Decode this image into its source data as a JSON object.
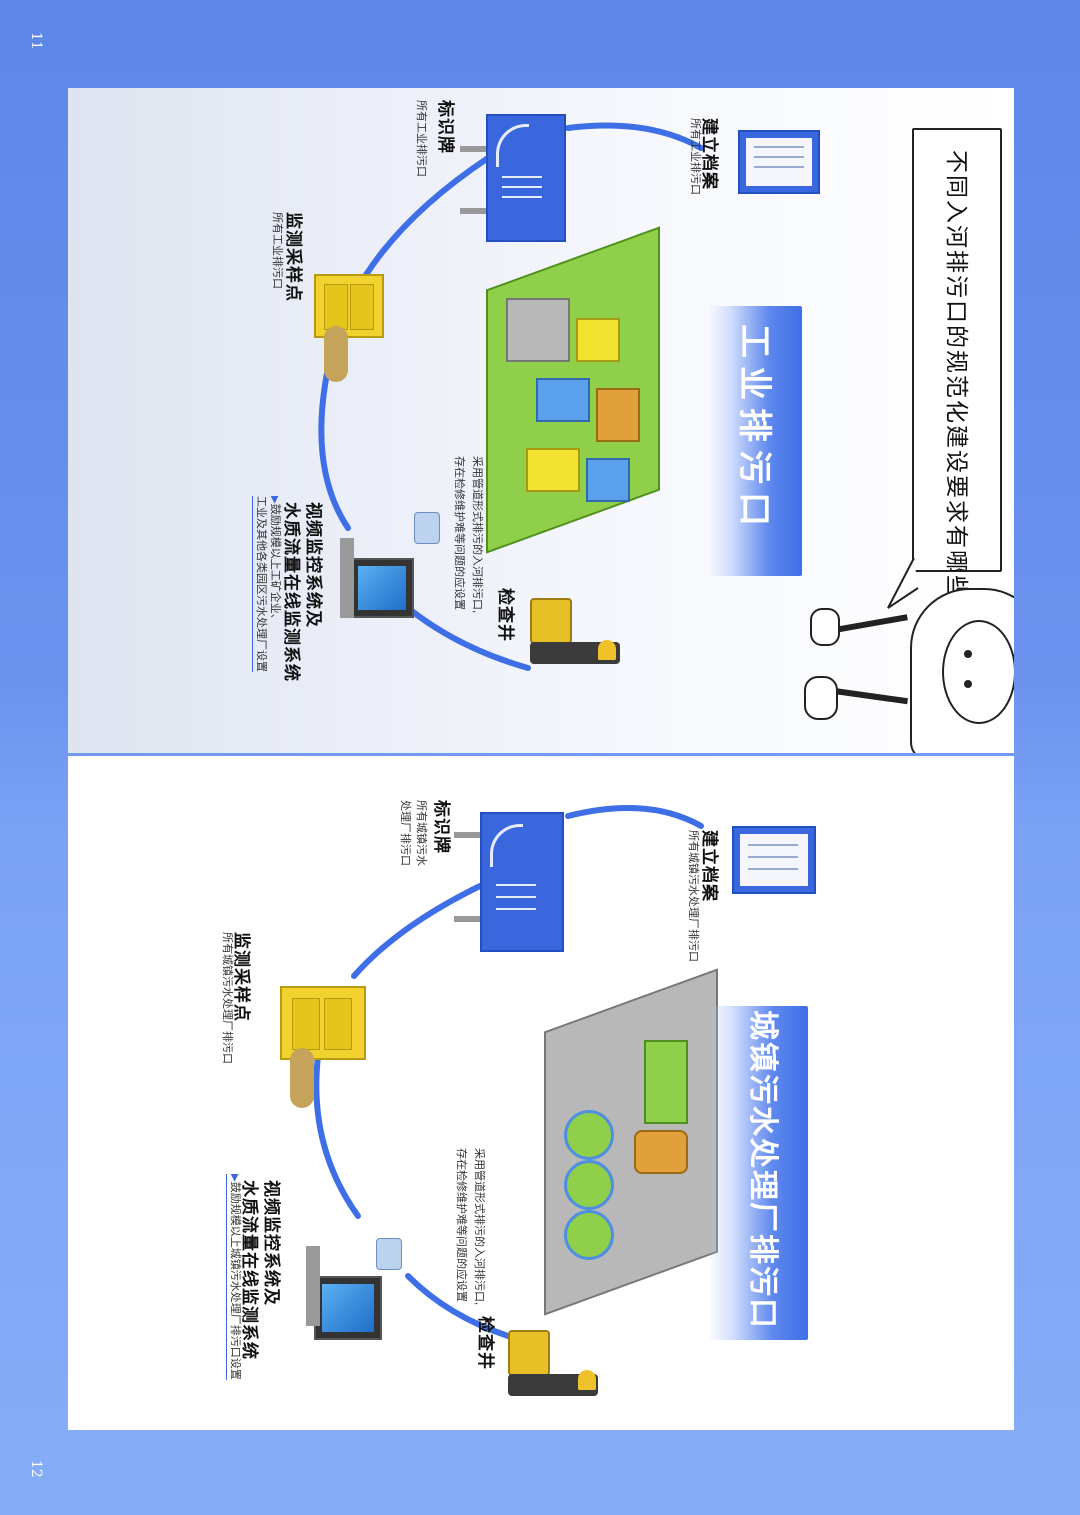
{
  "page_numbers": {
    "top": "11",
    "bottom": "12"
  },
  "question": "不同入河排污口的规范化建设要求有哪些?",
  "industrial": {
    "banner": "工业排污口",
    "note_line1": "采用管道形式排污的入河排污口,",
    "note_line2": "存在检修维护难等问题的应设置",
    "archive": {
      "title": "建立档案",
      "sub": "所有工业排污口"
    },
    "signboard": {
      "title": "标识牌",
      "sub": "所有工业排污口"
    },
    "sampling": {
      "title": "监测采样点",
      "sub": "所有工业排污口"
    },
    "monitoring": {
      "title_line1": "视频监控系统及",
      "title_line2": "水质流量在线监测系统",
      "sub_line1": "鼓励规模以上工矿企业、",
      "sub_line2": "工业及其他各类园区污水处理厂设置"
    },
    "inspection": {
      "title": "检查井"
    }
  },
  "municipal": {
    "banner": "城镇污水处理厂排污口",
    "note_line1": "采用管道形式排污的入河排污口,",
    "note_line2": "存在检修维护难等问题的应设置",
    "archive": {
      "title": "建立档案",
      "sub": "所有城镇污水处理厂排污口"
    },
    "signboard": {
      "title": "标识牌",
      "sub_line1": "所有城镇污水",
      "sub_line2": "处理厂排污口"
    },
    "sampling": {
      "title": "监测采样点",
      "sub": "所有城镇污水处理厂排污口"
    },
    "monitoring": {
      "title_line1": "视频监控系统及",
      "title_line2": "水质流量在线监测系统",
      "sub_line1": "鼓励规模以上城镇污水处理厂排污口设置"
    },
    "inspection": {
      "title": "检查井"
    }
  },
  "colors": {
    "background": "#6b93ee",
    "accent": "#3f6fe6",
    "text": "#111111"
  }
}
